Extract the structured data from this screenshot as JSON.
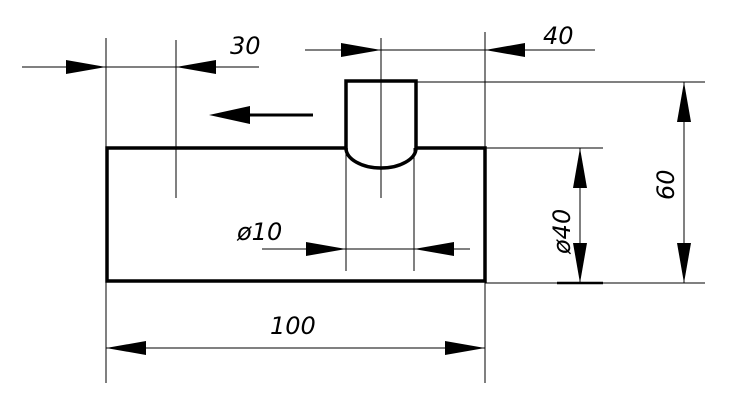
{
  "dimensions": {
    "width_label": "100",
    "offset_label": "30",
    "pin_offset_label": "40",
    "pin_diameter_label": "ø10",
    "body_height_label": "ø40",
    "overall_height_label": "60"
  }
}
